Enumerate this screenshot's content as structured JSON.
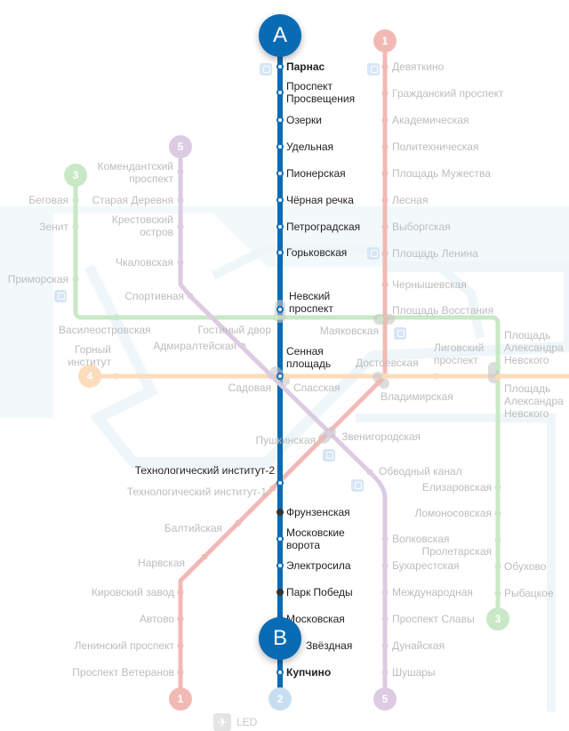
{
  "colors": {
    "line_1": "#f2b9b4",
    "line_2": "#0a6bb5",
    "line_3": "#c9e8c6",
    "line_4": "#fbdcbc",
    "line_5": "#dccbe2",
    "inactive_text": "#bdbdbd",
    "active_text": "#1f1f1f",
    "water": "#eef6fa"
  },
  "route": {
    "start_marker": "A",
    "end_marker": "B"
  },
  "lines": [
    {
      "number": "1",
      "stations": [
        {
          "name": "Девяткино"
        },
        {
          "name": "Гражданский проспект"
        },
        {
          "name": "Академическая"
        },
        {
          "name": "Политехническая"
        },
        {
          "name": "Площадь Мужества"
        },
        {
          "name": "Лесная"
        },
        {
          "name": "Выборгская"
        },
        {
          "name": "Площадь Ленина"
        },
        {
          "name": "Чернышевская"
        },
        {
          "name": "Площадь Восстания"
        },
        {
          "name": "Владимирская"
        },
        {
          "name": "Пушкинская"
        },
        {
          "name": "Технологический институт-1"
        },
        {
          "name": "Балтийская"
        },
        {
          "name": "Нарвская"
        },
        {
          "name": "Кировский завод"
        },
        {
          "name": "Автово"
        },
        {
          "name": "Ленинский проспект"
        },
        {
          "name": "Проспект Ветеранов"
        }
      ]
    },
    {
      "number": "2",
      "active": true,
      "stations": [
        {
          "name": "Парнас",
          "bold": true
        },
        {
          "name": "Проспект\nПросвещения"
        },
        {
          "name": "Озерки"
        },
        {
          "name": "Удельная"
        },
        {
          "name": "Пионерская"
        },
        {
          "name": "Чёрная речка"
        },
        {
          "name": "Петроградская"
        },
        {
          "name": "Горьковская"
        },
        {
          "name": "Невский\nпроспект"
        },
        {
          "name": "Сенная\nплощадь"
        },
        {
          "name": "Технологический институт-2"
        },
        {
          "name": "Фрунзенская",
          "closed": true
        },
        {
          "name": "Московские\nворота"
        },
        {
          "name": "Электросила"
        },
        {
          "name": "Парк Победы",
          "closed": true
        },
        {
          "name": "Московская"
        },
        {
          "name": "Звёздная"
        },
        {
          "name": "Купчино",
          "bold": true
        }
      ]
    },
    {
      "number": "3",
      "stations": [
        {
          "name": "Беговая"
        },
        {
          "name": "Зенит"
        },
        {
          "name": "Приморская"
        },
        {
          "name": "Василеостровская"
        },
        {
          "name": "Гостиный двор"
        },
        {
          "name": "Маяковская"
        },
        {
          "name": "Площадь Александра Невского"
        },
        {
          "name": "Елизаровская"
        },
        {
          "name": "Ломоносовская"
        },
        {
          "name": "Пролетарская"
        },
        {
          "name": "Обухово"
        },
        {
          "name": "Рыбацкое"
        }
      ]
    },
    {
      "number": "4",
      "stations": [
        {
          "name": "Горный\nинститут"
        },
        {
          "name": "Спасская"
        },
        {
          "name": "Достоевская"
        },
        {
          "name": "Лиговский\nпроспект"
        },
        {
          "name": "Площадь\nАлександра Невского"
        }
      ]
    },
    {
      "number": "5",
      "stations": [
        {
          "name": "Комендантский\nпроспект"
        },
        {
          "name": "Старая Деревня"
        },
        {
          "name": "Крестовский\nостров"
        },
        {
          "name": "Чкаловская"
        },
        {
          "name": "Спортивная"
        },
        {
          "name": "Адмиралтейская"
        },
        {
          "name": "Садовая"
        },
        {
          "name": "Звенигородская"
        },
        {
          "name": "Обводный канал"
        },
        {
          "name": "Волковская"
        },
        {
          "name": "Бухарестская"
        },
        {
          "name": "Международная"
        },
        {
          "name": "Проспект Славы"
        },
        {
          "name": "Дунайская"
        },
        {
          "name": "Шушары"
        }
      ]
    }
  ],
  "airport": {
    "icon": "airplane-icon",
    "code": "LED"
  },
  "icons": {
    "rail": "train-station-icon",
    "river": "boat-icon",
    "closed": "closed-station-icon"
  }
}
